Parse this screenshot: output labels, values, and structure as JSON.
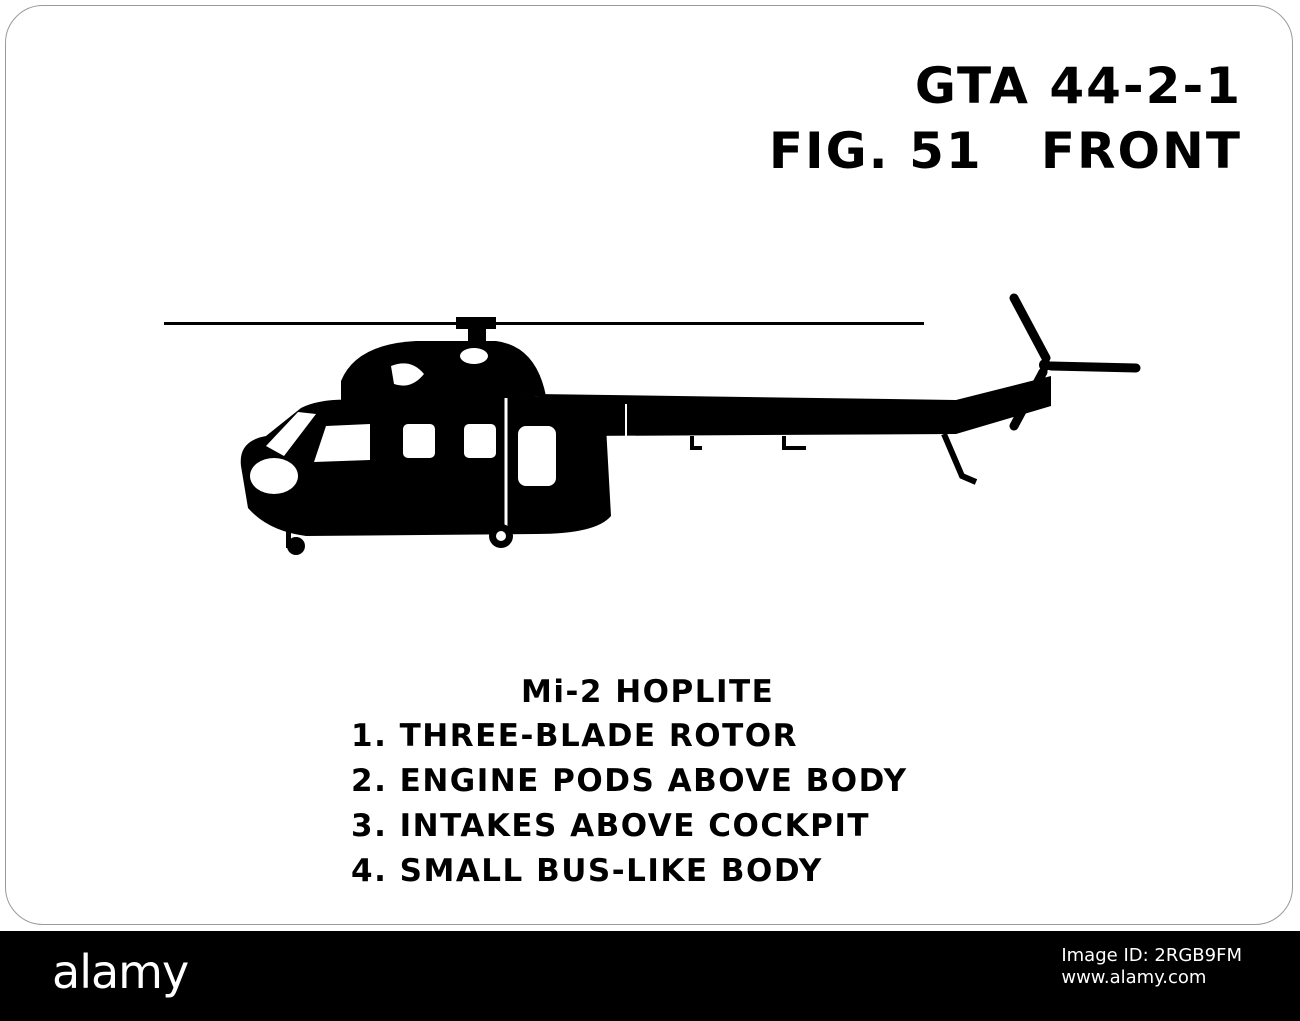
{
  "header": {
    "code_line": "GTA 44-2-1",
    "fig_line": "FIG. 51   FRONT"
  },
  "aircraft": {
    "name": "Mi-2 HOPLITE",
    "features": [
      "1. THREE-BLADE ROTOR",
      "2. ENGINE PODS ABOVE BODY",
      "3. INTAKES ABOVE COCKPIT",
      "4. SMALL BUS-LIKE BODY"
    ]
  },
  "footer": {
    "brand": "alamy",
    "image_id_label": "Image ID: 2RGB9FM",
    "url": "www.alamy.com"
  },
  "colors": {
    "ink": "#000000",
    "card_border": "#9a9a9a",
    "footer_bg": "#000000"
  }
}
